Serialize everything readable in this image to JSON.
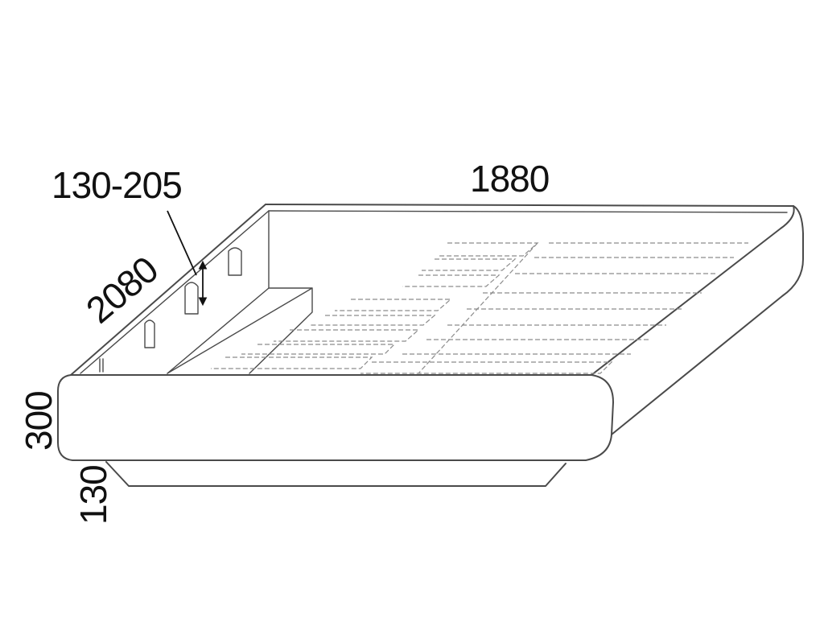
{
  "dimensions": {
    "width": "1880",
    "length": "2080",
    "depth_adjust": "130-205",
    "frame_height": "300",
    "base_height": "130"
  },
  "colors": {
    "outline": "#4a4a4a",
    "slat_dash": "#8c8c8c",
    "text": "#111111"
  }
}
